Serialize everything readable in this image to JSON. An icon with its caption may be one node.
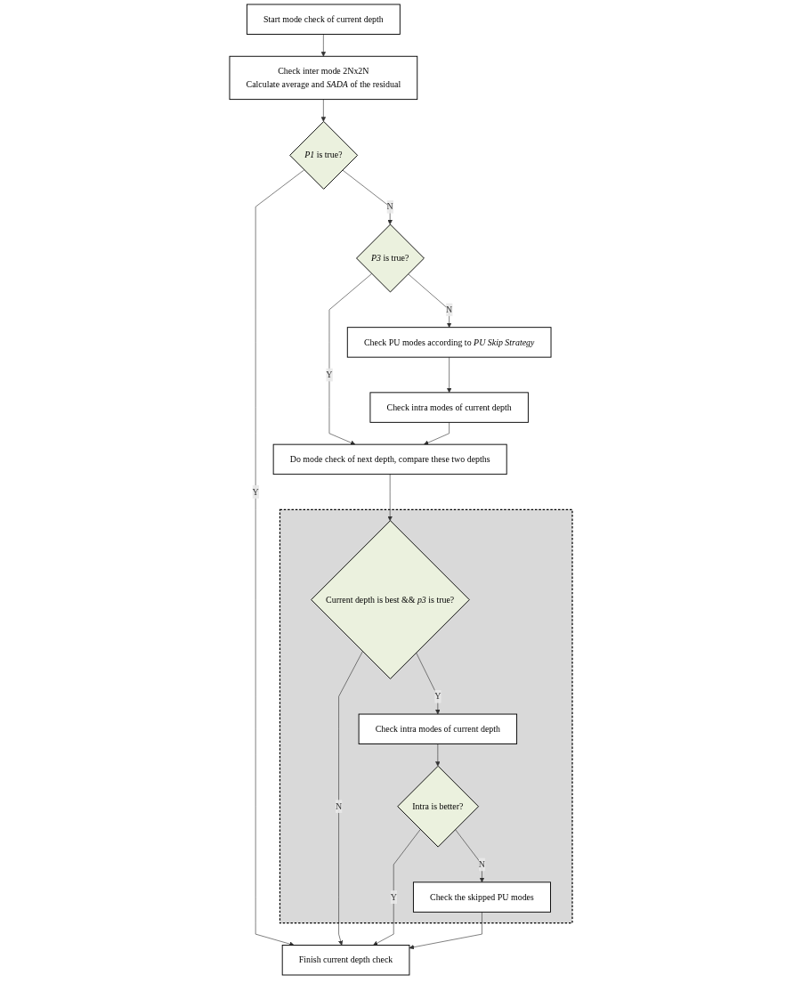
{
  "diagram": {
    "nodes": [
      {
        "text": [
          "Start mode check of current depth"
        ]
      },
      {
        "text": [
          "Check inter mode 2Nx2N",
          "Calculate average and *SADA* of the residual"
        ]
      },
      {
        "text": [
          "*P1* is true?"
        ]
      },
      {
        "text": [
          "*P3* is true?"
        ]
      },
      {
        "text": [
          "Check PU modes according to *PU Skip Strategy*"
        ]
      },
      {
        "text": [
          "Check intra modes of current depth"
        ]
      },
      {
        "text": [
          "Do mode check of next depth, compare these two depths"
        ]
      },
      {
        "text": [],
        "shape": "box"
      },
      {
        "text": [
          "Current depth is best && *p3* is true?"
        ],
        "in": 7
      },
      {
        "text": [
          "Check intra modes of current depth"
        ],
        "in": 7
      },
      {
        "text": [
          "Intra is better?"
        ],
        "in": 7
      },
      {
        "text": [
          "Check the skipped PU modes"
        ],
        "in": 7
      },
      {
        "text": [
          "Finish current depth check"
        ]
      }
    ],
    "edges": [
      {
        "from": 0,
        "to": 1,
        "arrow": "to"
      },
      {
        "from": 1,
        "to": 2,
        "arrow": "to"
      },
      {
        "from": 2,
        "to": 3,
        "label": "N",
        "arrow": "to"
      },
      {
        "from": 2,
        "to": 12,
        "label": "Y",
        "arrow": "to"
      },
      {
        "from": 3,
        "to": 4,
        "label": "N",
        "arrow": "to"
      },
      {
        "from": 3,
        "to": 6,
        "label": "Y",
        "arrow": "to"
      },
      {
        "from": 4,
        "to": 5,
        "arrow": "to"
      },
      {
        "from": 5,
        "to": 6,
        "arrow": "to"
      },
      {
        "from": 6,
        "to": 8,
        "arrow": "to"
      },
      {
        "from": 8,
        "to": 9,
        "label": "Y",
        "arrow": "to"
      },
      {
        "from": 8,
        "to": 12,
        "label": "N",
        "arrow": "to"
      },
      {
        "from": 9,
        "to": 10,
        "arrow": "to"
      },
      {
        "from": 10,
        "to": 12,
        "label": "Y",
        "arrow": "to"
      },
      {
        "from": 10,
        "to": 11,
        "label": "N",
        "arrow": "to"
      },
      {
        "from": 11,
        "to": 12,
        "arrow": "to"
      }
    ]
  }
}
